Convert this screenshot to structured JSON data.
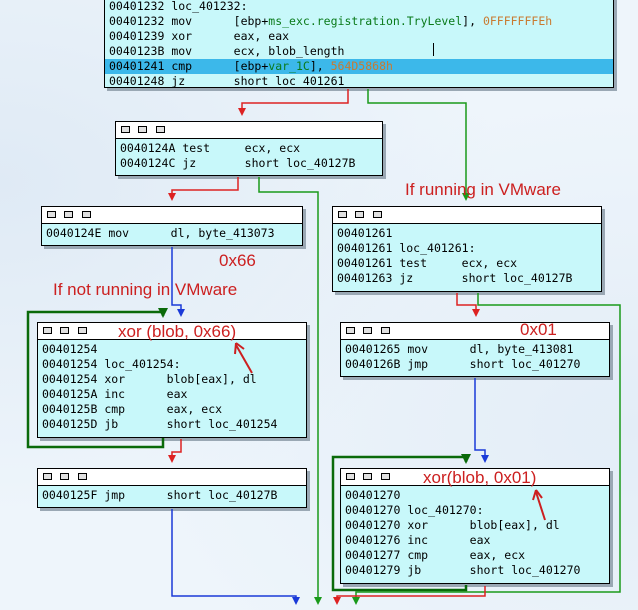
{
  "nodes": {
    "n0": {
      "rows": [
        {
          "addr": "00401232",
          "mnem": "loc_401232:",
          "ops": ""
        },
        {
          "addr": "00401232",
          "mnem": "mov",
          "ops_a": "[ebp+",
          "ops_v": "ms_exc.registration.TryLevel",
          "ops_b": "], ",
          "ops_n": "0FFFFFFFEh"
        },
        {
          "addr": "00401239",
          "mnem": "xor",
          "ops": "eax, eax"
        },
        {
          "addr": "0040123B",
          "mnem": "mov",
          "ops": "ecx, blob_length"
        },
        {
          "addr": "00401241",
          "mnem": "cmp",
          "ops_a": "[ebp+",
          "ops_v": "var_1C",
          "ops_b": "], ",
          "ops_n": "564D5868h"
        },
        {
          "addr": "00401248",
          "mnem": "jz",
          "ops": "short loc_401261"
        }
      ]
    },
    "n1": {
      "rows": [
        {
          "addr": "0040124A",
          "mnem": "test",
          "ops": "ecx, ecx"
        },
        {
          "addr": "0040124C",
          "mnem": "jz",
          "ops": "short loc_40127B"
        }
      ]
    },
    "n2": {
      "rows": [
        {
          "addr": "0040124E",
          "mnem": "mov",
          "ops": "dl, byte_413073"
        }
      ]
    },
    "n3": {
      "rows": [
        {
          "addr": "00401261",
          "mnem": "",
          "ops": ""
        },
        {
          "addr": "00401261",
          "mnem": "loc_401261:",
          "ops": ""
        },
        {
          "addr": "00401261",
          "mnem": "test",
          "ops": "ecx, ecx"
        },
        {
          "addr": "00401263",
          "mnem": "jz",
          "ops": "short loc_40127B"
        }
      ]
    },
    "n4": {
      "rows": [
        {
          "addr": "00401254",
          "mnem": "",
          "ops": ""
        },
        {
          "addr": "00401254",
          "mnem": "loc_401254:",
          "ops": ""
        },
        {
          "addr": "00401254",
          "mnem": "xor",
          "ops": "blob[eax], dl"
        },
        {
          "addr": "0040125A",
          "mnem": "inc",
          "ops": "eax"
        },
        {
          "addr": "0040125B",
          "mnem": "cmp",
          "ops": "eax, ecx"
        },
        {
          "addr": "0040125D",
          "mnem": "jb",
          "ops": "short loc_401254"
        }
      ]
    },
    "n5": {
      "rows": [
        {
          "addr": "00401265",
          "mnem": "mov",
          "ops": "dl, byte_413081"
        },
        {
          "addr": "0040126B",
          "mnem": "jmp",
          "ops": "short loc_401270"
        }
      ]
    },
    "n6": {
      "rows": [
        {
          "addr": "0040125F",
          "mnem": "jmp",
          "ops": "short loc_40127B"
        }
      ]
    },
    "n7": {
      "rows": [
        {
          "addr": "00401270",
          "mnem": "",
          "ops": ""
        },
        {
          "addr": "00401270",
          "mnem": "loc_401270:",
          "ops": ""
        },
        {
          "addr": "00401270",
          "mnem": "xor",
          "ops": "blob[eax], dl"
        },
        {
          "addr": "00401276",
          "mnem": "inc",
          "ops": "eax"
        },
        {
          "addr": "00401277",
          "mnem": "cmp",
          "ops": "eax, ecx"
        },
        {
          "addr": "00401279",
          "mnem": "jb",
          "ops": "short loc_401270"
        }
      ]
    }
  },
  "annotations": {
    "if_vmware": "If running in VMware",
    "hex_66": "0x66",
    "if_not_vmware": "If not running in VMware",
    "xor_66": "xor (blob, 0x66)",
    "hex_01": "0x01",
    "xor_01": "xor(blob, 0x01)"
  },
  "colors": {
    "node_bg": "#c8f8fa",
    "selected_row": "#3cb8ea",
    "edge_true": "#1a9a1a",
    "edge_false": "#dd2222",
    "edge_uncond": "#1a3ad8",
    "loop_edge": "#0a6a0a",
    "annotation": "#cc2020",
    "var_text": "#0a7a1a",
    "imm_text": "#c97a30"
  },
  "selected": {
    "node": "n0",
    "row": 4
  }
}
